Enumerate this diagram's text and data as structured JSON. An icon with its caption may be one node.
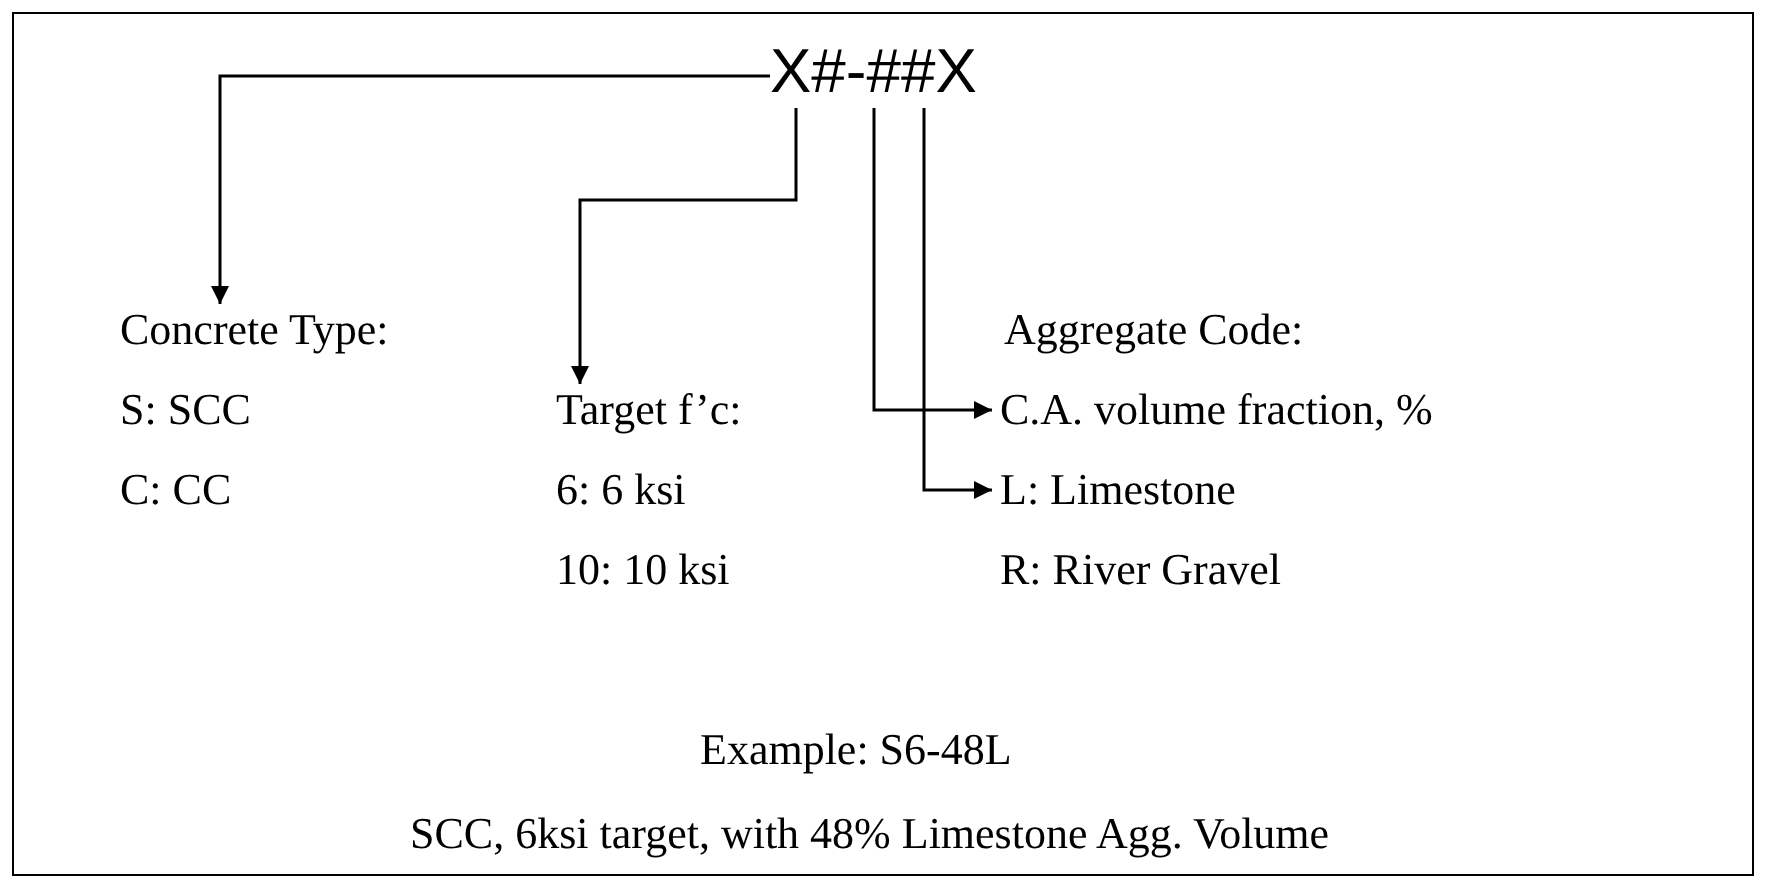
{
  "diagram": {
    "nodes": [
      {
        "text": [
          "X#-##X"
        ]
      },
      {
        "text": [
          "Concrete Type:"
        ]
      },
      {
        "text": [
          "Target f’c:"
        ]
      },
      {
        "text": [
          "C.A. volume fraction, %"
        ]
      },
      {
        "text": [
          "L: Limestone"
        ]
      }
    ],
    "edges": [
      {
        "from": 0,
        "to": 1,
        "arrow": "to"
      },
      {
        "from": 0,
        "to": 2,
        "arrow": "to"
      },
      {
        "from": 0,
        "to": 3,
        "arrow": "to"
      },
      {
        "from": 0,
        "to": 4,
        "arrow": "to"
      }
    ],
    "labels": [
      "Aggregate Code:",
      "S: SCC",
      "C: CC",
      "6: 6 ksi",
      "10: 10 ksi",
      "R: River Gravel",
      "Example: S6-48L",
      "SCC, 6ksi target, with 48% Limestone Agg. Volume"
    ]
  }
}
